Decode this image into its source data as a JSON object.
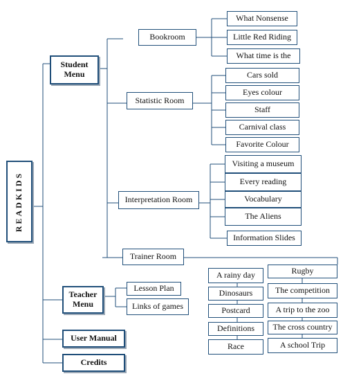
{
  "root": {
    "label": "READKIDS"
  },
  "student_menu": {
    "label": "Student Menu",
    "rooms": {
      "bookroom": {
        "label": "Bookroom",
        "items": [
          "What Nonsense",
          "Little Red Riding",
          "What time is the"
        ]
      },
      "statistic": {
        "label": "Statistic Room",
        "items": [
          "Cars sold",
          "Eyes colour",
          "Staff",
          "Carnival class",
          "Favorite Colour"
        ]
      },
      "interpretation": {
        "label": "Interpretation Room",
        "items": [
          "Visiting a museum",
          "Every reading",
          "Vocabulary",
          "The Aliens",
          "Information Slides"
        ]
      },
      "trainer": {
        "label": "Trainer Room",
        "left_items": [
          "A rainy day",
          "Dinosaurs",
          "Postcard",
          "Definitions",
          "Race"
        ],
        "right_items": [
          "Rugby",
          "The competition",
          "A trip to the zoo",
          "The cross country",
          "A school Trip"
        ]
      }
    }
  },
  "teacher_menu": {
    "label": "Teacher Menu",
    "items": [
      "Lesson Plan",
      "Links of games"
    ]
  },
  "user_manual": {
    "label": "User Manual"
  },
  "credits": {
    "label": "Credits"
  }
}
